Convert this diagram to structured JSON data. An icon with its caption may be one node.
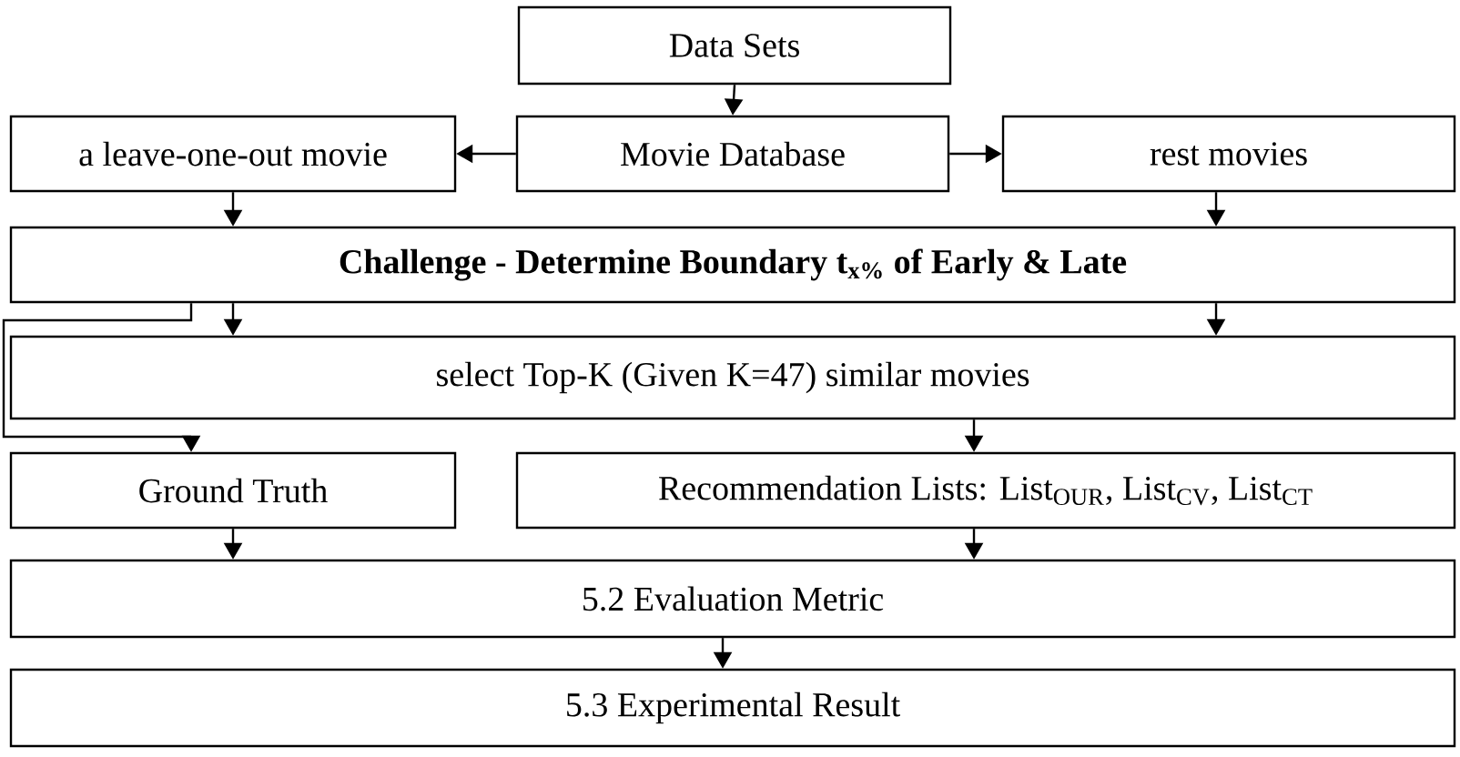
{
  "diagram": {
    "nodes": [
      {
        "text": [
          "Data Sets"
        ]
      },
      {
        "text": [
          "Movie Database"
        ]
      },
      {
        "text": [
          "a leave-one-out movie"
        ]
      },
      {
        "text": [
          "rest movies"
        ]
      },
      {
        "text": [
          "Challenge  - Determine Boundary t$_{x%}$ of Early & Late"
        ]
      },
      {
        "text": [
          "select Top-K (Given K=47) similar movies"
        ]
      },
      {
        "text": [
          "Ground Truth"
        ]
      },
      {
        "text": [
          "Recommendation Lists: List$_{OUR}$, List$_{CV}$, List$_{CT}$"
        ]
      },
      {
        "text": [
          "5.2 Evaluation Metric"
        ]
      },
      {
        "text": [
          "5.3 Experimental Result"
        ]
      }
    ],
    "edges": [
      {
        "from": 0,
        "to": 1,
        "arrow": "to"
      },
      {
        "from": 1,
        "to": 2,
        "arrow": "to"
      },
      {
        "from": 1,
        "to": 3,
        "arrow": "to"
      },
      {
        "from": 2,
        "to": 4,
        "arrow": "to"
      },
      {
        "from": 3,
        "to": 4,
        "arrow": "to"
      },
      {
        "from": 4,
        "to": 5,
        "arrow": "to"
      },
      {
        "from": 4,
        "to": 5,
        "arrow": "to"
      },
      {
        "from": 4,
        "to": 6,
        "arrow": "to"
      },
      {
        "from": 5,
        "to": 7,
        "arrow": "to"
      },
      {
        "from": 6,
        "to": 8,
        "arrow": "to"
      },
      {
        "from": 7,
        "to": 8,
        "arrow": "to"
      },
      {
        "from": 8,
        "to": 9,
        "arrow": "to"
      }
    ]
  }
}
